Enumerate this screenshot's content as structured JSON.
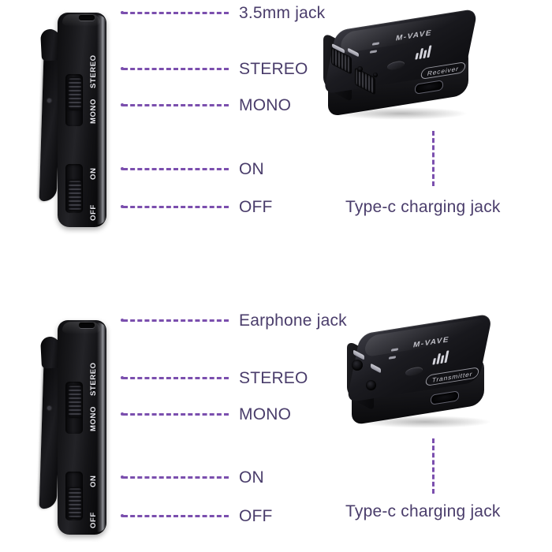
{
  "diagram": {
    "title": "Wireless lavalier microphone parts callout diagram",
    "background_color": "#ffffff",
    "leader_line_color": "#7b4fae",
    "label_text_color": "#4a3d6b",
    "device_body_color": "#121215"
  },
  "sections": [
    {
      "id": "receiver-section",
      "side_view": {
        "silkscreen": {
          "stereo": "STEREO",
          "mono": "MONO",
          "on": "ON",
          "off": "OFF"
        }
      },
      "top_view": {
        "brand": "M-VAVE",
        "role": "Receiver"
      },
      "callouts": [
        {
          "id": "jack",
          "label": "3.5mm jack"
        },
        {
          "id": "stereo",
          "label": "STEREO"
        },
        {
          "id": "mono",
          "label": "MONO"
        },
        {
          "id": "on",
          "label": "ON"
        },
        {
          "id": "off",
          "label": "OFF"
        },
        {
          "id": "typec",
          "label": "Type-c charging jack"
        }
      ]
    },
    {
      "id": "transmitter-section",
      "side_view": {
        "silkscreen": {
          "stereo": "STEREO",
          "mono": "MONO",
          "on": "ON",
          "off": "OFF"
        }
      },
      "top_view": {
        "brand": "M-VAVE",
        "role": "Transmitter"
      },
      "callouts": [
        {
          "id": "jack",
          "label": "Earphone jack"
        },
        {
          "id": "stereo",
          "label": "STEREO"
        },
        {
          "id": "mono",
          "label": "MONO"
        },
        {
          "id": "on",
          "label": "ON"
        },
        {
          "id": "off",
          "label": "OFF"
        },
        {
          "id": "typec",
          "label": "Type-c charging jack"
        }
      ]
    }
  ]
}
